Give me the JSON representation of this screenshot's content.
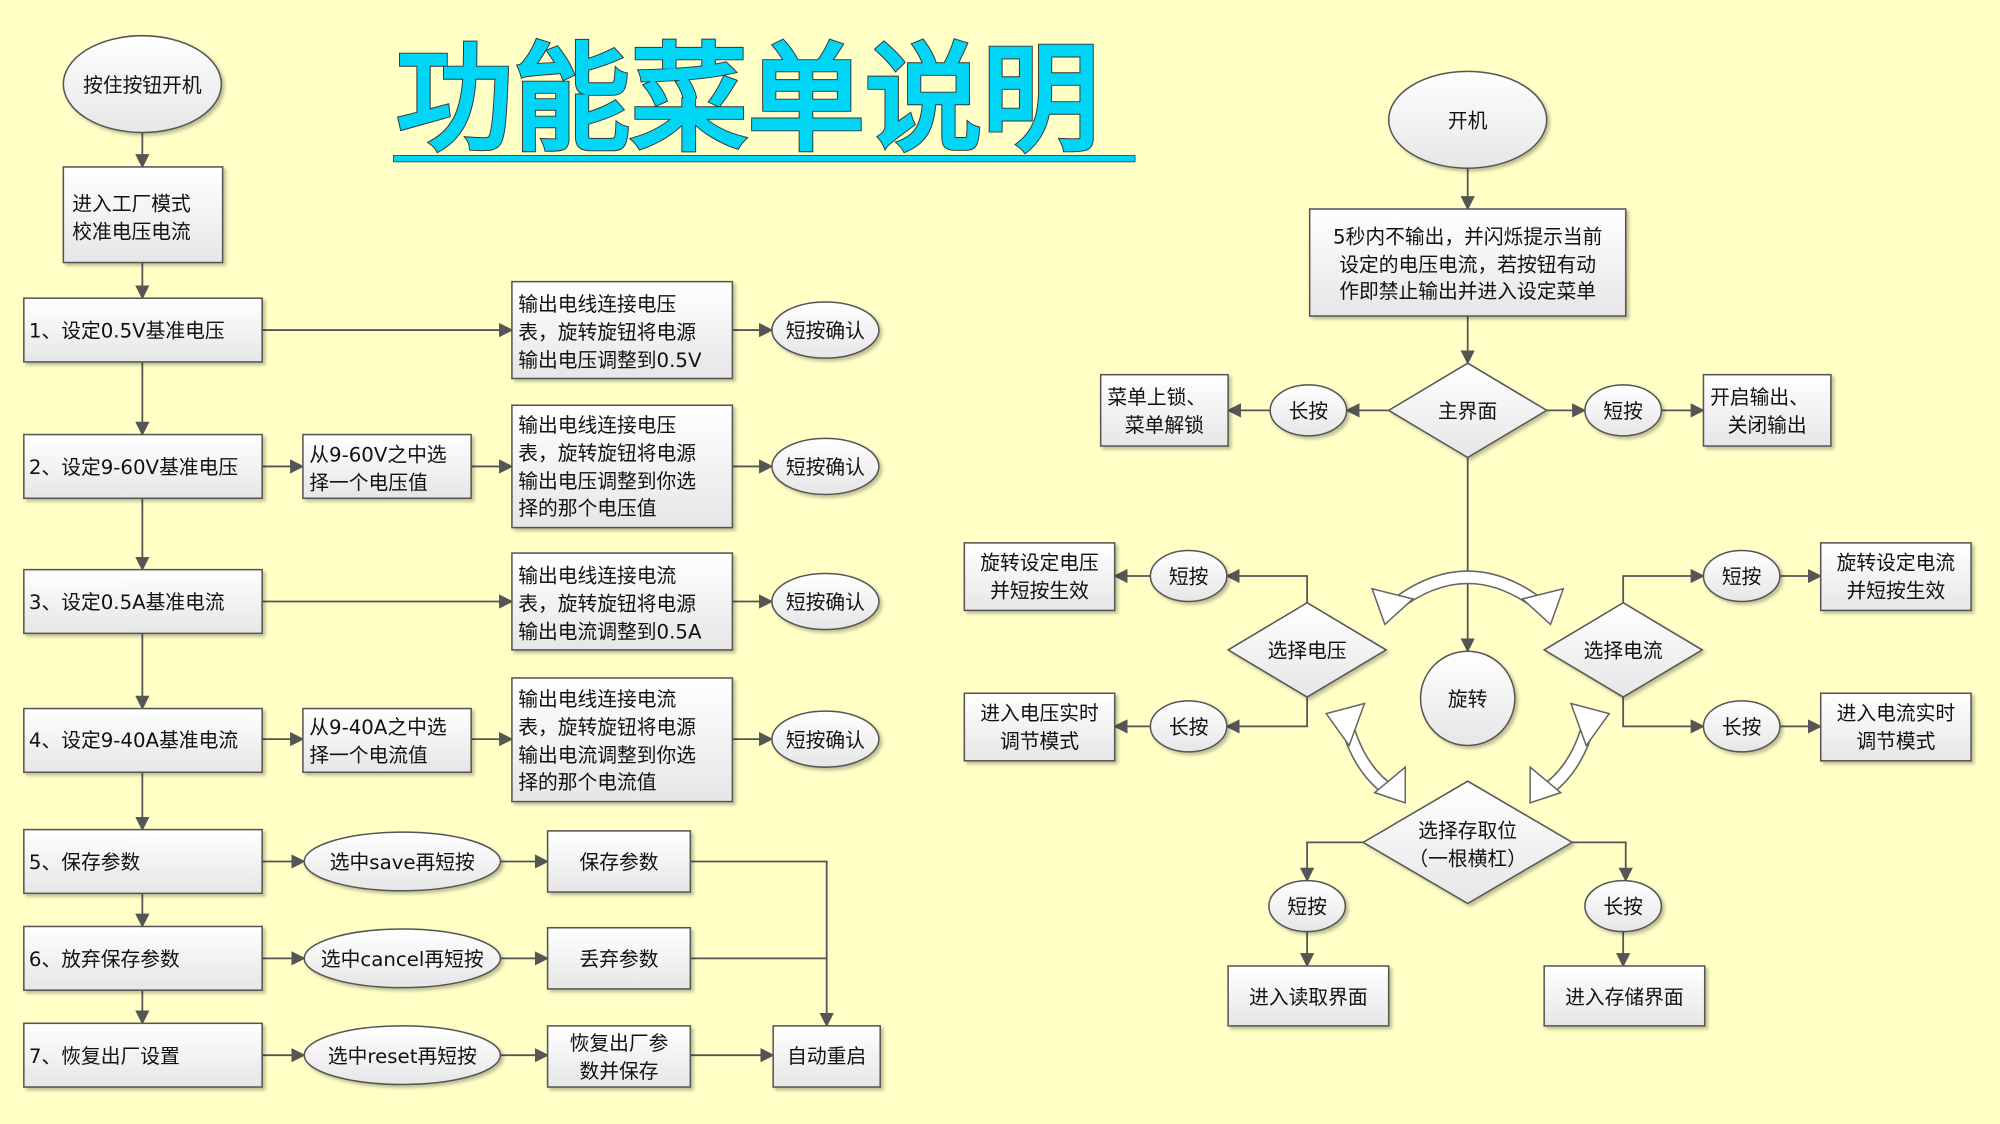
{
  "title": "功能菜单说明",
  "colors": {
    "background": "#FFFFC6",
    "title": "#00D5F6",
    "line": "#555555"
  },
  "left": {
    "start": "按住按钮开机",
    "factory": [
      "进入工厂模式",
      "校准电压电流"
    ],
    "steps": [
      "1、设定0.5V基准电压",
      "2、设定9-60V基准电压",
      "3、设定0.5A基准电流",
      "4、设定9-40A基准电流",
      "5、保存参数",
      "6、放弃保存参数",
      "7、恢复出厂设置"
    ],
    "select_voltage": [
      "从9-60V之中选",
      "择一个电压值"
    ],
    "select_current": [
      "从9-40A之中选",
      "择一个电流值"
    ],
    "instr1": [
      "输出电线连接电压",
      "表，旋转旋钮将电源",
      "输出电压调整到0.5V"
    ],
    "instr2": [
      "输出电线连接电压",
      "表，旋转旋钮将电源",
      "输出电压调整到你选",
      "择的那个电压值"
    ],
    "instr3": [
      "输出电线连接电流",
      "表，旋转旋钮将电源",
      "输出电流调整到0.5A"
    ],
    "instr4": [
      "输出电线连接电流",
      "表，旋转旋钮将电源",
      "输出电流调整到你选",
      "择的那个电流值"
    ],
    "confirm": "短按确认",
    "select_save": "选中save再短按",
    "select_cancel": "选中cancel再短按",
    "select_reset": "选中reset再短按",
    "save_params": "保存参数",
    "discard_params": "丢弃参数",
    "restore_params": [
      "恢复出厂参",
      "数并保存"
    ],
    "auto_restart": "自动重启"
  },
  "right": {
    "power_on": "开机",
    "startup": [
      "5秒内不输出，并闪烁提示当前",
      "设定的电压电流，若按钮有动",
      "作即禁止输出并进入设定菜单"
    ],
    "main": "主界面",
    "long_press": "长按",
    "short_press": "短按",
    "menu_lock": [
      "菜单上锁、",
      "菜单解锁"
    ],
    "output_toggle": [
      "开启输出、",
      "关闭输出"
    ],
    "rotate": "旋转",
    "select_voltage": "选择电压",
    "select_current": "选择电流",
    "rotate_voltage": [
      "旋转设定电压",
      "并短按生效"
    ],
    "rotate_current": [
      "旋转设定电流",
      "并短按生效"
    ],
    "realtime_voltage": [
      "进入电压实时",
      "调节模式"
    ],
    "realtime_current": [
      "进入电流实时",
      "调节模式"
    ],
    "select_slot": [
      "选择存取位",
      "（一根横杠）"
    ],
    "read_screen": "进入读取界面",
    "save_screen": "进入存储界面"
  }
}
